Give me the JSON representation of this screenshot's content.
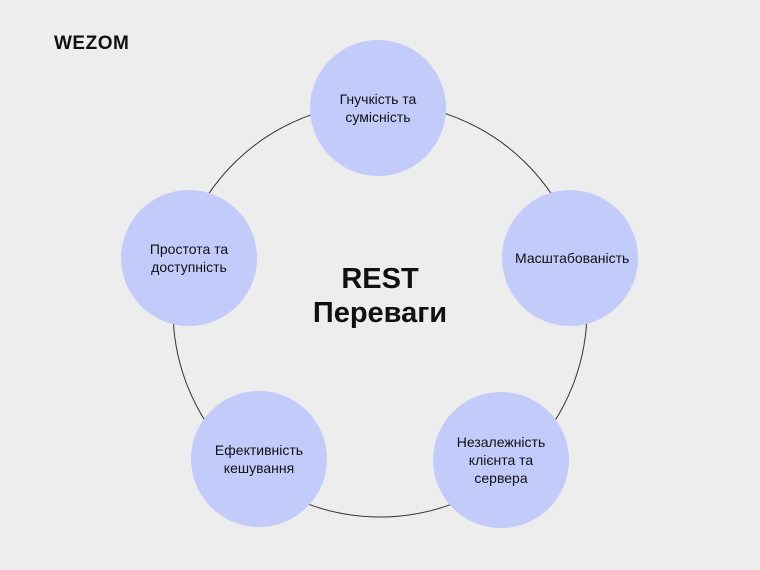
{
  "logo": "WEZOM",
  "title": {
    "line1": "REST",
    "line2": "Переваги"
  },
  "nodes": [
    {
      "label": "Гнучкість та сумісність"
    },
    {
      "label": "Масштабованість"
    },
    {
      "label": "Незалежність клієнта та сервера"
    },
    {
      "label": "Ефективність кешування"
    },
    {
      "label": "Простота та доступність"
    }
  ],
  "colors": {
    "node": "#c3cbfa",
    "background": "#ededee",
    "ring": "#333333"
  }
}
